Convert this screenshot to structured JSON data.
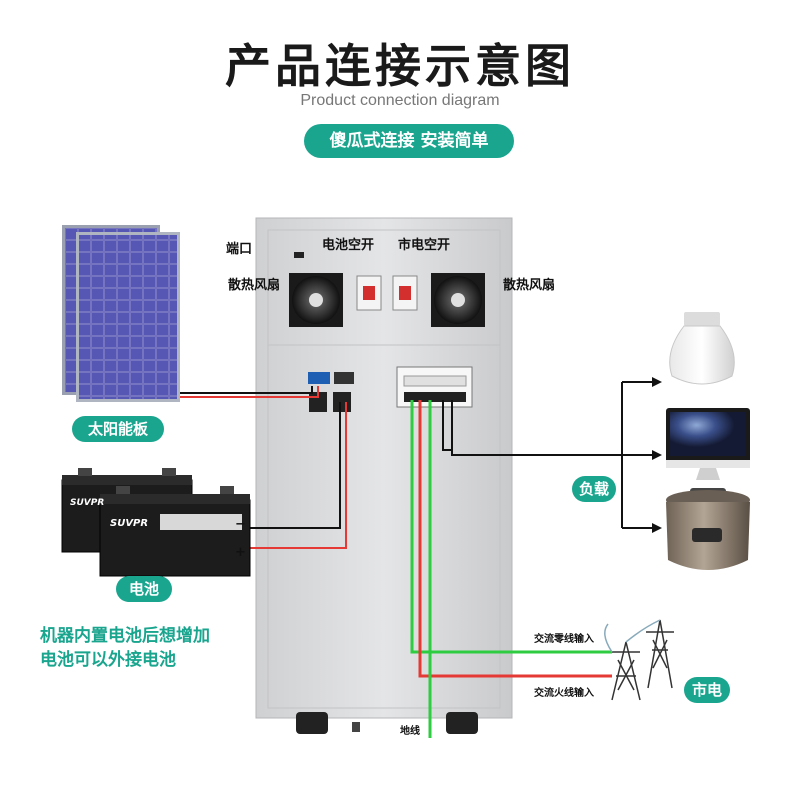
{
  "title": "产品连接示意图",
  "subtitle": "Product connection diagram",
  "tagline": "傻瓜式连接  安装简单",
  "cabinet": {
    "port_label": "端口",
    "battery_breaker_label": "电池空开",
    "mains_breaker_label": "市电空开",
    "fan_left_label": "散热风扇",
    "fan_right_label": "散热风扇"
  },
  "solar_panel_label": "太阳能板",
  "battery": {
    "label": "电池",
    "brand": "SUVPR",
    "minus_sign": "−",
    "plus_sign": "+"
  },
  "note_lines": [
    "机器内置电池后想增加",
    "电池可以外接电池"
  ],
  "load_label": "负载",
  "mains": {
    "label": "市电",
    "neutral_input": "交流零线输入",
    "live_input": "交流火线输入",
    "ground": "地线"
  },
  "colors": {
    "accent": "#1aa58f",
    "wire_red": "#e53935",
    "wire_green": "#2ecc40",
    "wire_black": "#111111",
    "cabinet": "#d9dadc"
  }
}
